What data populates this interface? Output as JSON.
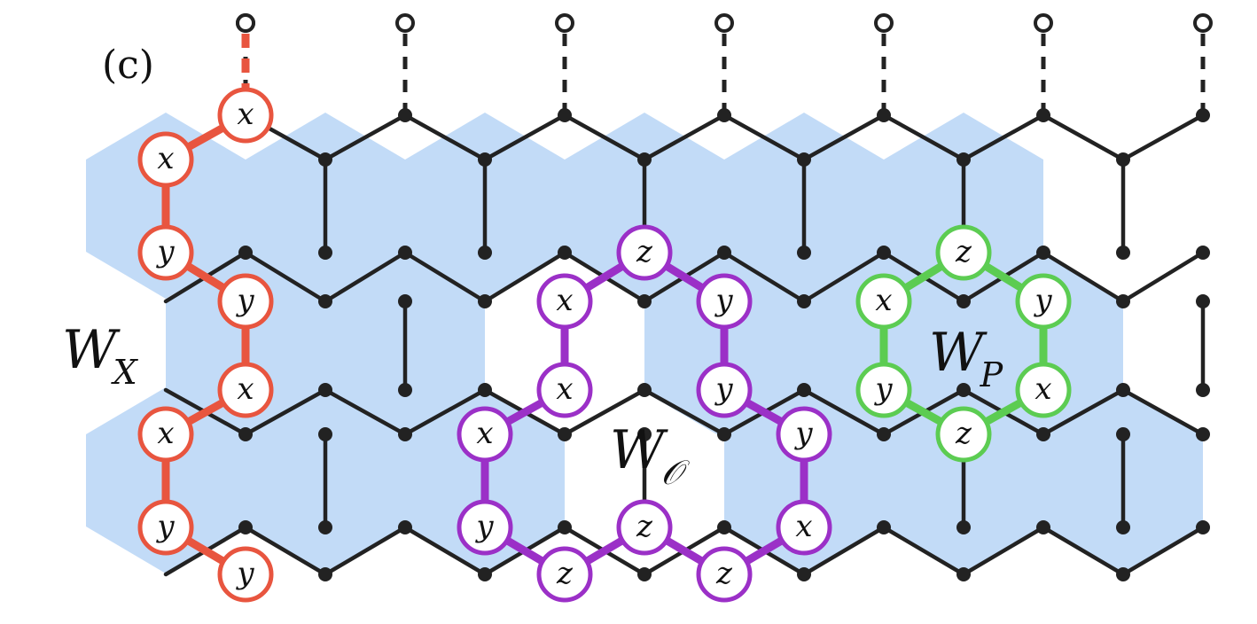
{
  "panel_label": "(c)",
  "loops": {
    "wx": {
      "label": "W",
      "subscript": "X",
      "color": "#e8553f"
    },
    "wo": {
      "label": "W",
      "subscript": "𝒪",
      "color": "#9b30c7"
    },
    "wp": {
      "label": "W",
      "subscript": "P",
      "color": "#5ccc52"
    }
  },
  "colors": {
    "plaquette_fill": "#c2dbf7",
    "edge": "#222222"
  },
  "node_labels": {
    "wx": [
      "x",
      "x",
      "y",
      "y",
      "x",
      "x",
      "y",
      "y"
    ],
    "wo": [
      "z",
      "y",
      "y",
      "y",
      "x",
      "z",
      "z",
      "y",
      "x",
      "x",
      "x",
      "x"
    ],
    "wp": [
      "z",
      "y",
      "x",
      "z",
      "y",
      "x"
    ]
  }
}
